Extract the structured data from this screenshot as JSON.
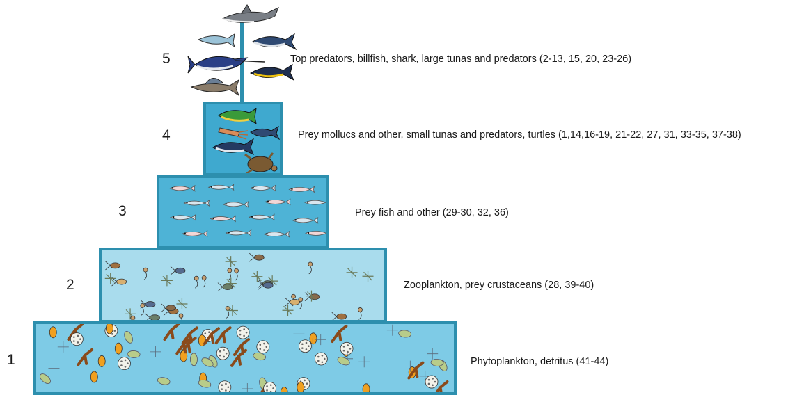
{
  "levels": [
    {
      "number": "5",
      "description": "Top predators, billfish, shark, large tunas and predators (2-13, 15, 20, 23-26)"
    },
    {
      "number": "4",
      "description": "Prey mollucs and other, small tunas and predators, turtles (1,14,16-19, 21-22, 27, 31, 33-35, 37-38)"
    },
    {
      "number": "3",
      "description": "Prey fish and other (29-30, 32, 36)"
    },
    {
      "number": "2",
      "description": "Zooplankton, prey crustaceans (28, 39-40)"
    },
    {
      "number": "1",
      "description": "Phytoplankton, detritus (41-44)"
    }
  ],
  "colors": {
    "border": "#2d8fae",
    "tier4_fill": "#3fa9cf",
    "tier3_fill": "#4eb3d6",
    "tier2_fill": "#a9dced",
    "tier1_fill": "#7ecbe6"
  },
  "icons": {
    "tier5": [
      "shark-icon",
      "tuna-icon",
      "marlin-icon",
      "sailfish-icon",
      "yellowfin-tuna-icon"
    ],
    "tier4": [
      "mahi-mahi-icon",
      "squid-icon",
      "tuna-icon",
      "turtle-icon"
    ],
    "tier3": [
      "small-fish-icon"
    ],
    "tier2": [
      "zooplankton-icon",
      "copepod-icon",
      "crab-larva-icon"
    ],
    "tier1": [
      "diatom-icon",
      "dinoflagellate-icon",
      "phytoplankton-cell-icon"
    ]
  }
}
